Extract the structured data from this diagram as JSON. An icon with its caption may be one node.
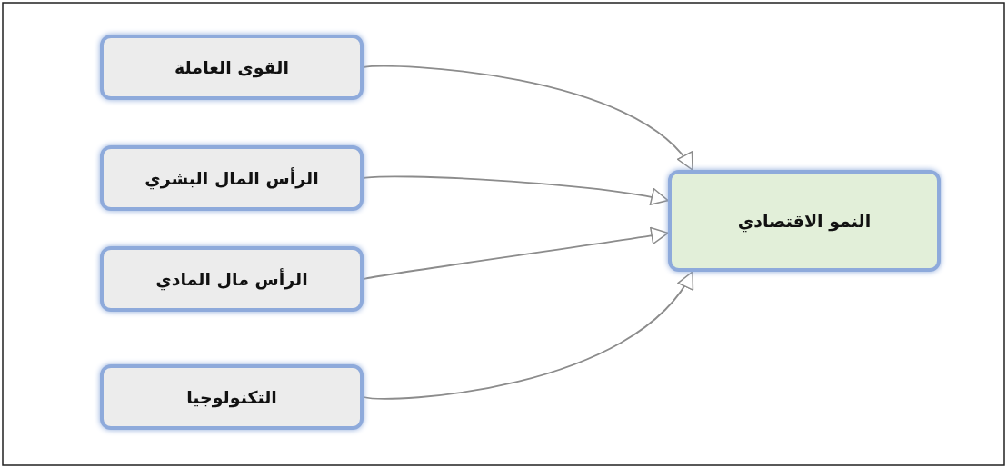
{
  "diagram": {
    "nodes": [
      {
        "text": [
          "القوى العاملة"
        ]
      },
      {
        "text": [
          "الرأس المال البشري"
        ]
      },
      {
        "text": [
          "الرأس مال المادي"
        ]
      },
      {
        "text": [
          "التكنولوجيا"
        ]
      },
      {
        "text": [
          "النمو الاقتصادي"
        ]
      }
    ],
    "edges": [
      {
        "from": 0,
        "to": 4,
        "arrow": "to"
      },
      {
        "from": 1,
        "to": 4,
        "arrow": "to"
      },
      {
        "from": 2,
        "to": 4,
        "arrow": "to"
      },
      {
        "from": 3,
        "to": 4,
        "arrow": "to"
      }
    ]
  }
}
